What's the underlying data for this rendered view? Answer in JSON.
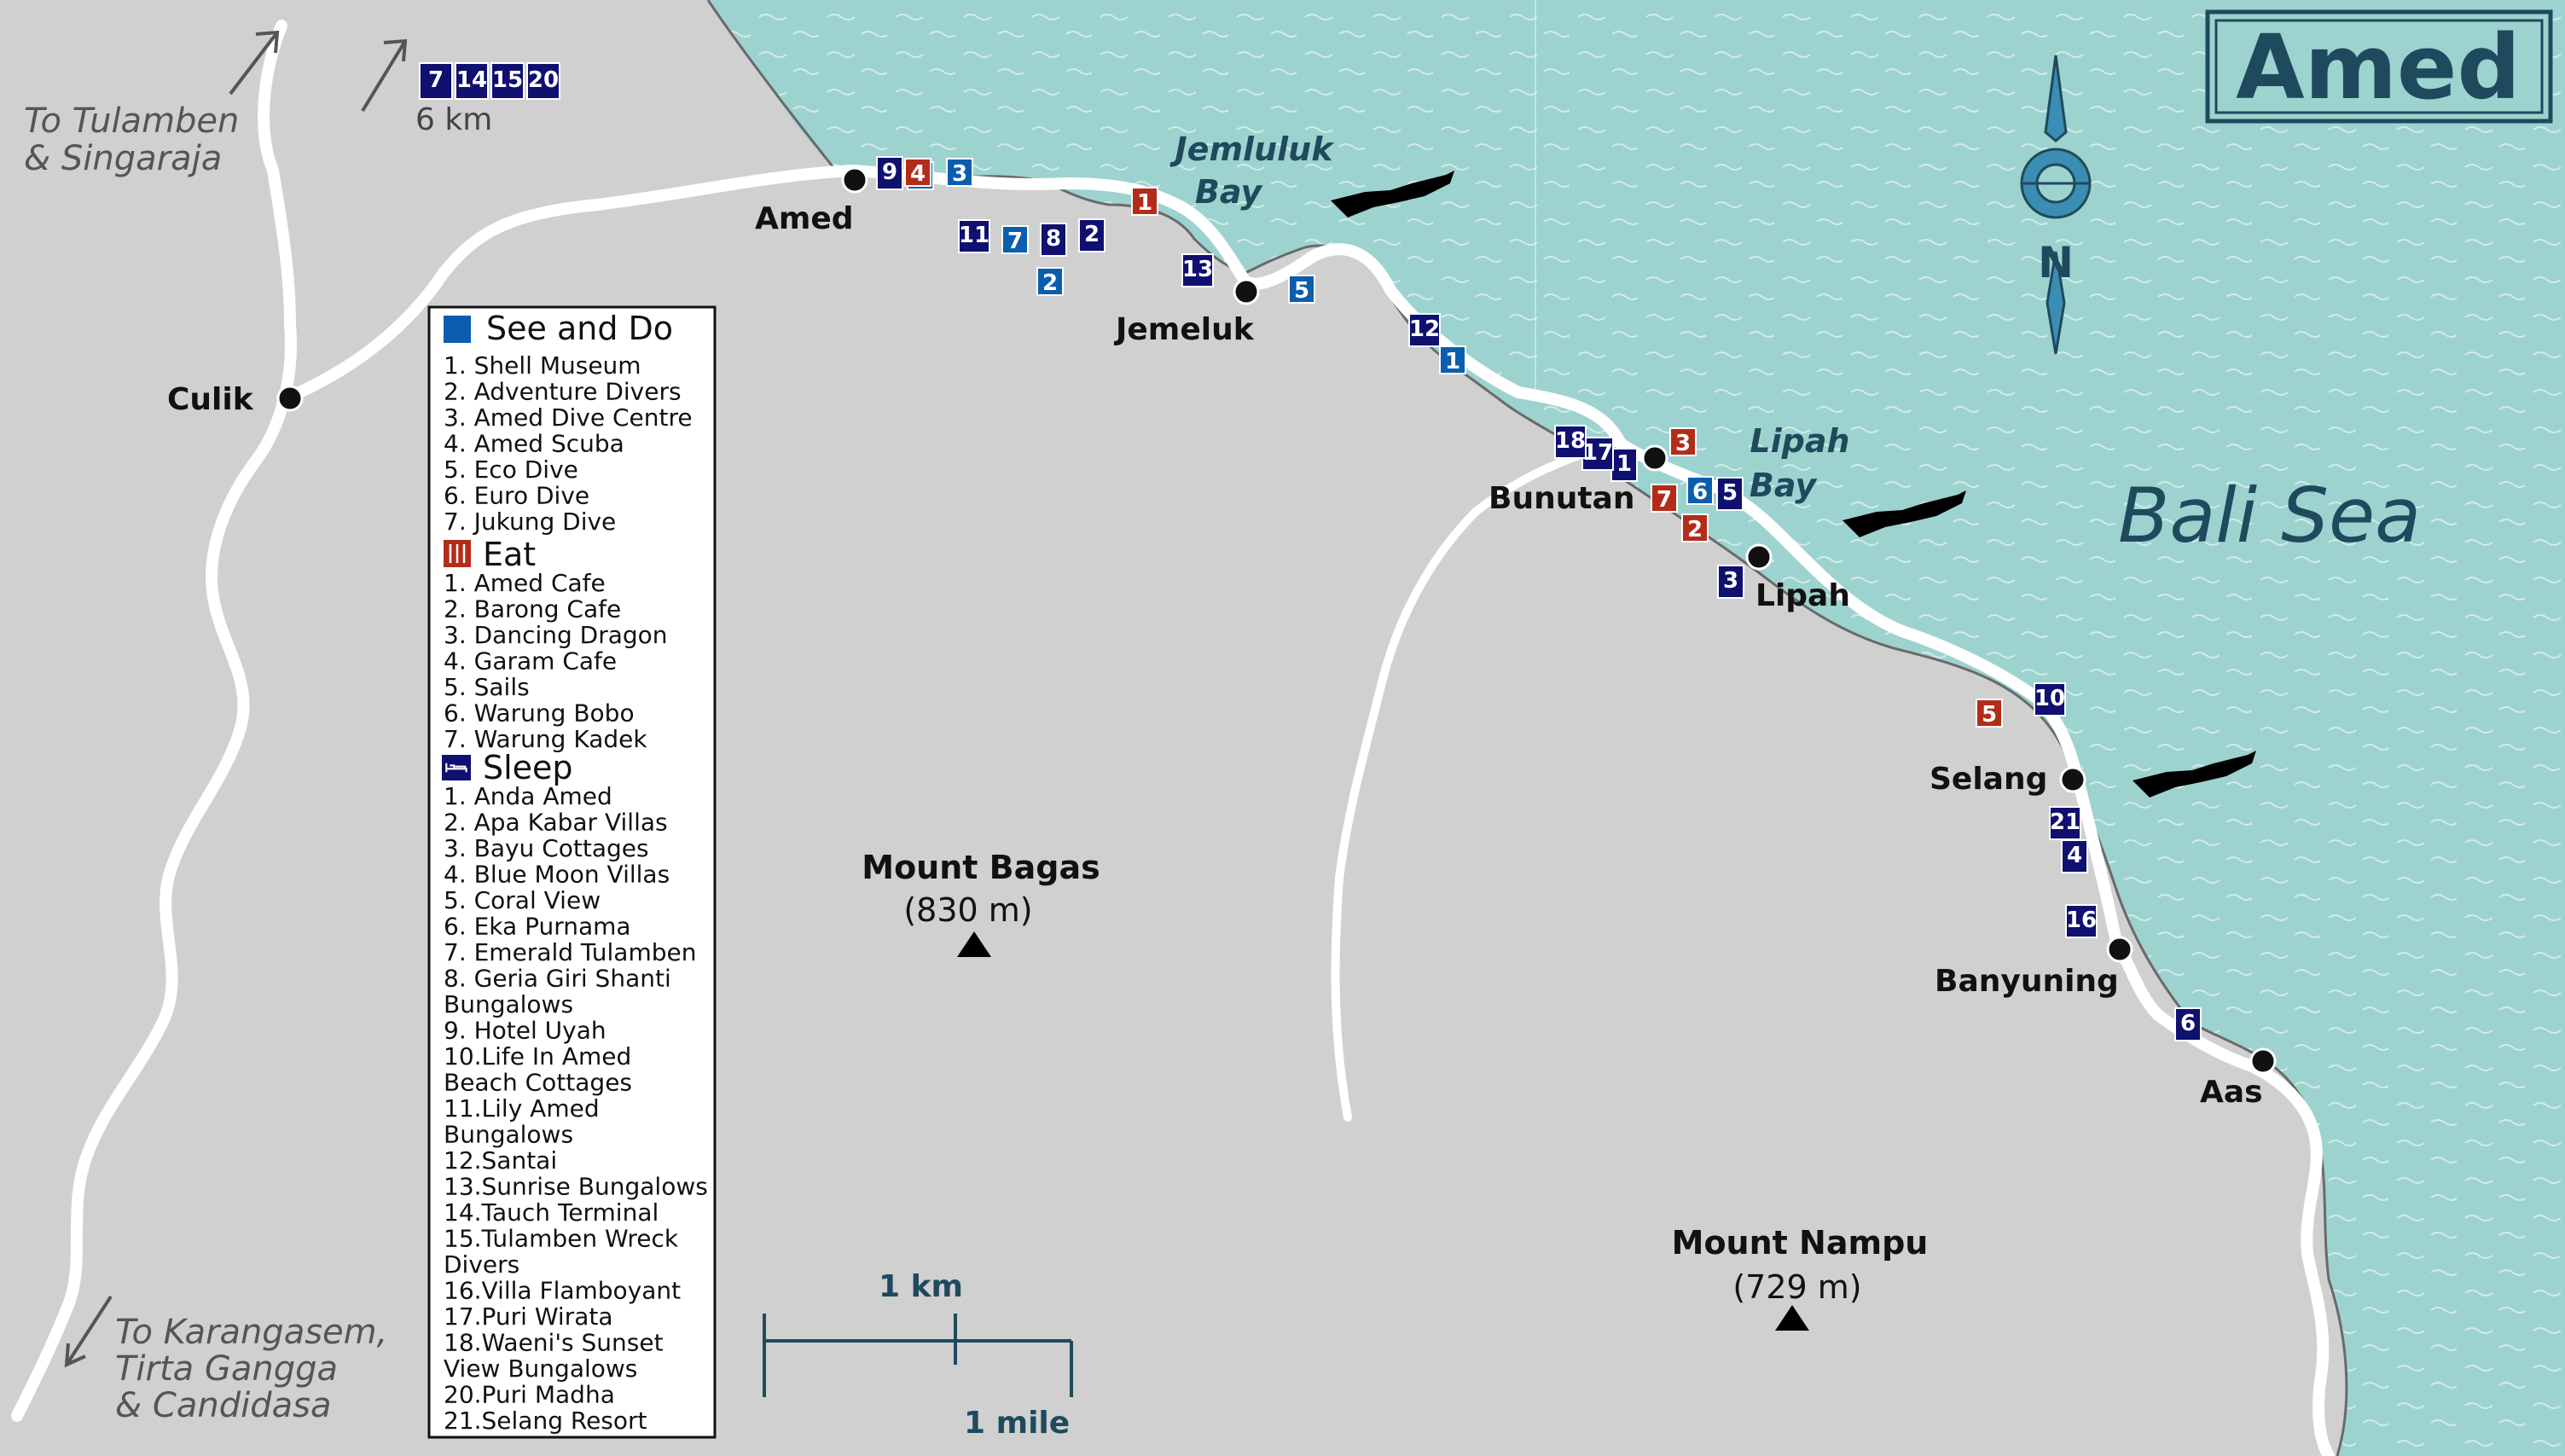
{
  "title": "Amed",
  "sea": {
    "name": "Bali Sea",
    "bays": [
      "Jemluluk\nBay",
      "Lipah\nBay"
    ]
  },
  "directions": {
    "north_letter": "N",
    "to_tulamben": [
      "To Tulamben",
      "& Singaraja"
    ],
    "to_karangasem": [
      "To Karangasem,",
      "Tirta Gangga",
      "& Candidasa"
    ],
    "distance_6km": "6 km",
    "distance_badges": [
      "7",
      "14",
      "15",
      "20"
    ]
  },
  "places": [
    "Amed",
    "Culik",
    "Jemeluk",
    "Bunutan",
    "Lipah",
    "Selang",
    "Banyuning",
    "Aas"
  ],
  "mountains": [
    {
      "name": "Mount Bagas",
      "height": "(830 m)"
    },
    {
      "name": "Mount Nampu",
      "height": "(729 m)"
    }
  ],
  "scale": {
    "km": "1 km",
    "mile": "1 mile"
  },
  "colors": {
    "see": "#0b5eae",
    "eat": "#b32c1a",
    "sleep": "#101070",
    "sea": "#9dd3cf",
    "land": "#d0d0d0",
    "road": "#ffffff"
  },
  "legend": {
    "see": {
      "heading": "See and Do",
      "items": [
        "1. Shell Museum",
        "2. Adventure Divers",
        "3. Amed Dive Centre",
        "4. Amed Scuba",
        "5. Eco Dive",
        "6. Euro Dive",
        "7. Jukung Dive"
      ]
    },
    "eat": {
      "heading": "Eat",
      "items": [
        "1. Amed Cafe",
        "2. Barong Cafe",
        "3. Dancing Dragon",
        "4. Garam Cafe",
        "5. Sails",
        "6. Warung Bobo",
        "7. Warung Kadek"
      ]
    },
    "sleep": {
      "heading": "Sleep",
      "items": [
        "1.  Anda Amed",
        "2.  Apa Kabar Villas",
        "3.  Bayu Cottages",
        "4.  Blue Moon Villas",
        "5.  Coral View",
        "6.  Eka Purnama",
        "7.  Emerald Tulamben",
        "8.  Geria Giri Shanti",
        "     Bungalows",
        "9.  Hotel Uyah",
        "10.Life In Amed",
        "     Beach Cottages",
        "11.Lily Amed",
        "     Bungalows",
        "12.Santai",
        "13.Sunrise Bungalows",
        "14.Tauch Terminal",
        "15.Tulamben Wreck",
        "     Divers",
        "16.Villa Flamboyant",
        "17.Puri Wirata",
        "18.Waeni's Sunset",
        "     View Bungalows",
        "20.Puri Madha",
        "21.Selang Resort"
      ]
    }
  },
  "markers": {
    "see": [
      "1",
      "2",
      "3",
      "4",
      "5",
      "6",
      "7"
    ],
    "eat": [
      "1",
      "2",
      "3",
      "4",
      "5",
      "7"
    ],
    "sleep": [
      "1",
      "2",
      "3",
      "4",
      "5",
      "6",
      "8",
      "9",
      "10",
      "11",
      "12",
      "13",
      "16",
      "17",
      "18",
      "21"
    ]
  }
}
